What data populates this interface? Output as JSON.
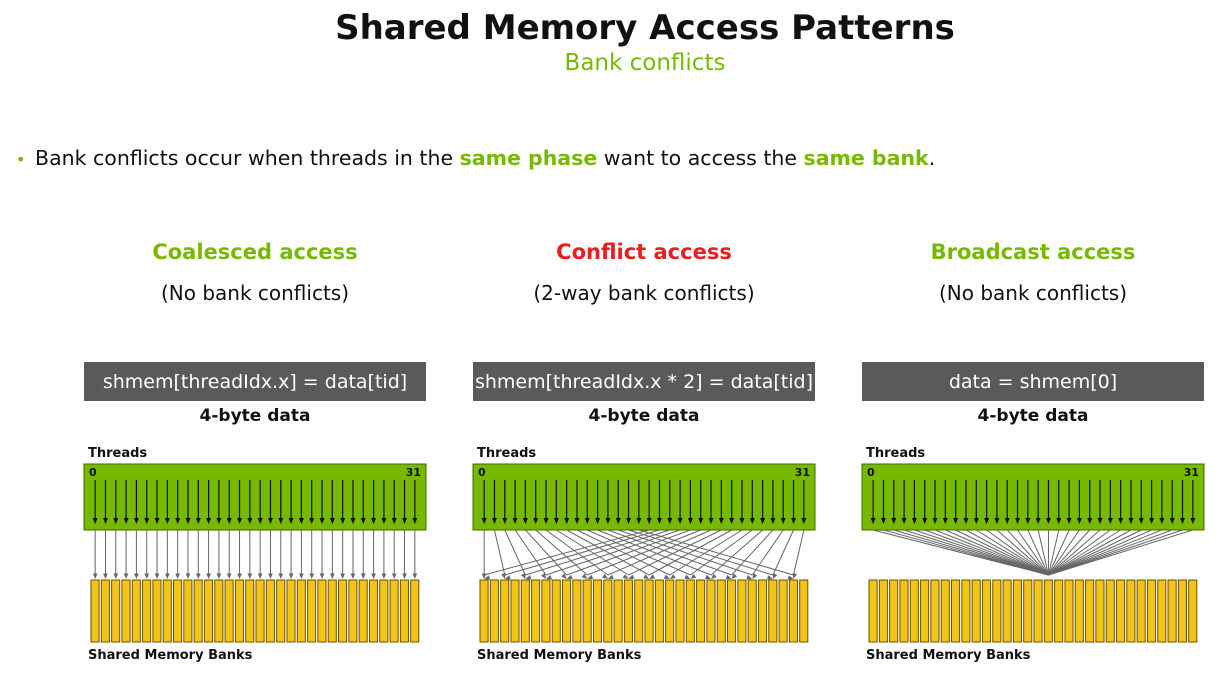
{
  "header": {
    "title": "Shared Memory Access Patterns",
    "subtitle": "Bank conflicts"
  },
  "bullet": {
    "part1": "Bank conflicts occur when threads in the ",
    "highlight1": "same phase",
    "part2": " want to access the ",
    "highlight2": "same bank",
    "part3": "."
  },
  "colors": {
    "accent_green": "#76b900",
    "conflict_red": "#e51e1e",
    "thread_block": "#76b900",
    "bank_fill": "#f2c417",
    "code_bar": "#5a5a5a"
  },
  "panels": [
    {
      "title": "Coalesced access",
      "title_color": "#76b900",
      "subtitle": "(No bank conflicts)",
      "code": "shmem[threadIdx.x] = data[tid]",
      "data_size": "4-byte data",
      "threads_label": "Threads",
      "thread_first": "0",
      "thread_last": "31",
      "banks_label": "Shared Memory Banks",
      "pattern": "linear"
    },
    {
      "title": "Conflict access",
      "title_color": "#e51e1e",
      "subtitle": "(2-way bank conflicts)",
      "code": "shmem[threadIdx.x * 2] = data[tid]",
      "data_size": "4-byte data",
      "threads_label": "Threads",
      "thread_first": "0",
      "thread_last": "31",
      "banks_label": "Shared Memory Banks",
      "pattern": "stride2"
    },
    {
      "title": "Broadcast access",
      "title_color": "#76b900",
      "subtitle": "(No bank conflicts)",
      "code": "data = shmem[0]",
      "data_size": "4-byte data",
      "threads_label": "Threads",
      "thread_first": "0",
      "thread_last": "31",
      "banks_label": "Shared Memory Banks",
      "pattern": "broadcast"
    }
  ]
}
